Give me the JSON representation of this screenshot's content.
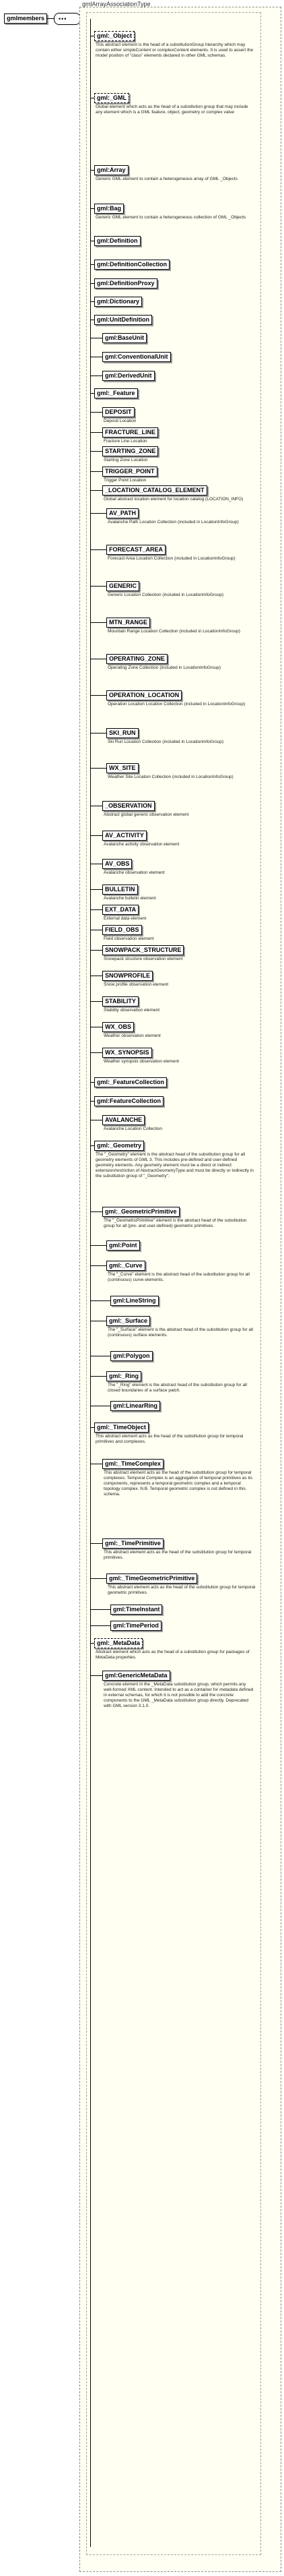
{
  "root": {
    "label": "gmlmembers"
  },
  "type_title": "gmlArrayAssociationType",
  "nodes": [
    {
      "label": "gml:_Object",
      "desc": "This abstract element is the head of a substitutionGroup hierarchy which may contain either simpleContent or complexContent elements. It is used to assert the model position of \"class\" elements declared in other GML schemas."
    },
    {
      "label": "gml:_GML",
      "desc": "Global element which acts as the head of a substitution group that may include any element which is a GML feature, object, geometry or complex value"
    },
    {
      "label": "gml:Array",
      "desc": "Generic GML element to contain a heterogeneous array of GML _Objects"
    },
    {
      "label": "gml:Bag",
      "desc": "Generic GML element to contain a heterogeneous collection of GML _Objects"
    },
    {
      "label": "gml:Definition",
      "desc": ""
    },
    {
      "label": "gml:DefinitionCollection",
      "desc": ""
    },
    {
      "label": "gml:DefinitionProxy",
      "desc": ""
    },
    {
      "label": "gml:Dictionary",
      "desc": ""
    },
    {
      "label": "gml:UnitDefinition",
      "desc": ""
    },
    {
      "label": "gml:BaseUnit",
      "desc": ""
    },
    {
      "label": "gml:ConventionalUnit",
      "desc": ""
    },
    {
      "label": "gml:DerivedUnit",
      "desc": ""
    },
    {
      "label": "gml:_Feature",
      "desc": ""
    },
    {
      "label": "DEPOSIT",
      "desc": "Deposit Location"
    },
    {
      "label": "FRACTURE_LINE",
      "desc": "Fracture Line Location"
    },
    {
      "label": "STARTING_ZONE",
      "desc": "Starting Zone Location"
    },
    {
      "label": "TRIGGER_POINT",
      "desc": "Trigger Point Location"
    },
    {
      "label": "_LOCATION_CATALOG_ELEMENT",
      "desc": "Global abstract location element for location catalog (LOCATION_INFO)"
    },
    {
      "label": "AV_PATH",
      "desc": "Avalanche Path Location Collection (included in LocationInfoGroup)"
    },
    {
      "label": "FORECAST_AREA",
      "desc": "Forecast Area Location Collection (included in LocationInfoGroup)"
    },
    {
      "label": "GENERIC",
      "desc": "Generic Location Collection (included in LocationInfoGroup)"
    },
    {
      "label": "MTN_RANGE",
      "desc": "Mountain Range Location Collection (included in LocationInfoGroup)"
    },
    {
      "label": "OPERATING_ZONE",
      "desc": "Operating Zone Collection (included in LocationInfoGroup)"
    },
    {
      "label": "OPERATION_LOCATION",
      "desc": "Operation Location Location Collection (included in LocationInfoGroup)"
    },
    {
      "label": "SKI_RUN",
      "desc": "Ski Run Location Collection (included in LocationInfoGroup)"
    },
    {
      "label": "WX_SITE",
      "desc": "Weather Site Location Collection (included in LocationInfoGroup)"
    },
    {
      "label": "_OBSERVATION",
      "desc": "Abstract global generic observation element"
    },
    {
      "label": "AV_ACTIVITY",
      "desc": "Avalanche activity observation element"
    },
    {
      "label": "AV_OBS",
      "desc": "Avalanche observation element"
    },
    {
      "label": "BULLETIN",
      "desc": "Avalanche bulletin element"
    },
    {
      "label": "EXT_DATA",
      "desc": "External data element"
    },
    {
      "label": "FIELD_OBS",
      "desc": "Field observation element"
    },
    {
      "label": "SNOWPACK_STRUCTURE",
      "desc": "Snowpack structure observation element"
    },
    {
      "label": "SNOWPROFILE",
      "desc": "Snow profile observation element"
    },
    {
      "label": "STABILITY",
      "desc": "Stability observation element"
    },
    {
      "label": "WX_OBS",
      "desc": "Weather observation element"
    },
    {
      "label": "WX_SYNOPSIS",
      "desc": "Weather synopsis observation element"
    },
    {
      "label": "gml:_FeatureCollection",
      "desc": ""
    },
    {
      "label": "gml:FeatureCollection",
      "desc": ""
    },
    {
      "label": "AVALANCHE",
      "desc": "Avalanche Location Collection"
    },
    {
      "label": "gml:_Geometry",
      "desc": "The \"_Geometry\" element is the abstract head of the substitution group for all geometry elements of GML 3. This includes pre-defined and user-defined geometry elements. Any geometry element must be a direct or indirect extension/restriction of AbstractGeometryType and must be directly or indirectly in the substitution group of \"_Geometry\"."
    },
    {
      "label": "gml:_GeometricPrimitive",
      "desc": "The \"_GeometricPrimitive\" element is the abstract head of the substitution group for all (pre- and user-defined) geometric primitives."
    },
    {
      "label": "gml:Point",
      "desc": ""
    },
    {
      "label": "gml:_Curve",
      "desc": "The \"_Curve\" element is the abstract head of the substitution group for all (continuous) curve elements."
    },
    {
      "label": "gml:LineString",
      "desc": ""
    },
    {
      "label": "gml:_Surface",
      "desc": "The \"_Surface\" element is the abstract head of the substitution group for all (continuous) surface elements."
    },
    {
      "label": "gml:Polygon",
      "desc": ""
    },
    {
      "label": "gml:_Ring",
      "desc": "The \"_Ring\" element is the abstract head of the substitution group for all closed boundaries of a surface patch."
    },
    {
      "label": "gml:LinearRing",
      "desc": ""
    },
    {
      "label": "gml:_TimeObject",
      "desc": "This abstract element acts as the head of the substitution group for temporal primitives and complexes."
    },
    {
      "label": "gml:_TimeComplex",
      "desc": "This abstract element acts as the head of the substitution group for temporal complexes. Temporal Complex is an aggregation of temporal primitives as its components, represents a temporal geometric complex and a temporal topology complex. N.B. Temporal geometric complex is not defined in this schema."
    },
    {
      "label": "gml:_TimePrimitive",
      "desc": "This abstract element acts as the head of the substitution group for temporal primitives."
    },
    {
      "label": "gml:_TimeGeometricPrimitive",
      "desc": "This abstract element acts as the head of the substitution group for temporal geometric primitives."
    },
    {
      "label": "gml:TimeInstant",
      "desc": ""
    },
    {
      "label": "gml:TimePeriod",
      "desc": ""
    },
    {
      "label": "gml:_MetaData",
      "desc": "Abstract element which acts as the head of a substitution group for packages of MetaData properties."
    },
    {
      "label": "gml:GenericMetaData",
      "desc": "Concrete element in the _MetaData substitution group, which permits any well-formed XML content. Intended to act as a container for metadata defined in external schemas, for which it is not possible to add the concrete components to the GML _MetaData substitution group directly. Deprecated with GML version 3.1.0."
    }
  ]
}
